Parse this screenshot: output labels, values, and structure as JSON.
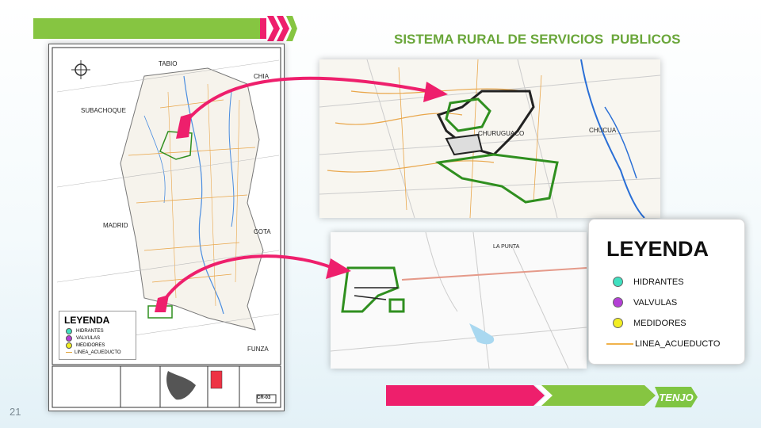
{
  "title": "SISTEMA RURAL DE SERVICIOS  PUBLICOS",
  "page_number": "21",
  "main_map": {
    "places": [
      "TABIO",
      "CHIA",
      "SUBACHOQUE",
      "MADRID",
      "COTA",
      "FUNZA"
    ],
    "legend_title": "LEYENDA",
    "legend_items": [
      "HIDRANTES",
      "VALVULAS",
      "MEDIDORES",
      "LINEA_ACUEDUCTO"
    ],
    "sheet_code": "CR-03"
  },
  "zoom_map_top": {
    "places": [
      "CHURUGUACO",
      "CHUCUA"
    ]
  },
  "zoom_map_bottom": {
    "places": [
      "LA PUNTA"
    ]
  },
  "legend": {
    "title": "LEYENDA",
    "items": [
      {
        "label": "HIDRANTES",
        "color": "#3fe0c0"
      },
      {
        "label": "VALVULAS",
        "color": "#b43fd6"
      },
      {
        "label": "MEDIDORES",
        "color": "#f2ee22"
      },
      {
        "label": "LINEA_ACUEDUCTO",
        "color": "#f0b24b"
      }
    ]
  },
  "logo_text": "TENJO",
  "colors": {
    "accent_green": "#7fc542",
    "accent_pink": "#ee1f6c",
    "title_green": "#6aa63a"
  }
}
